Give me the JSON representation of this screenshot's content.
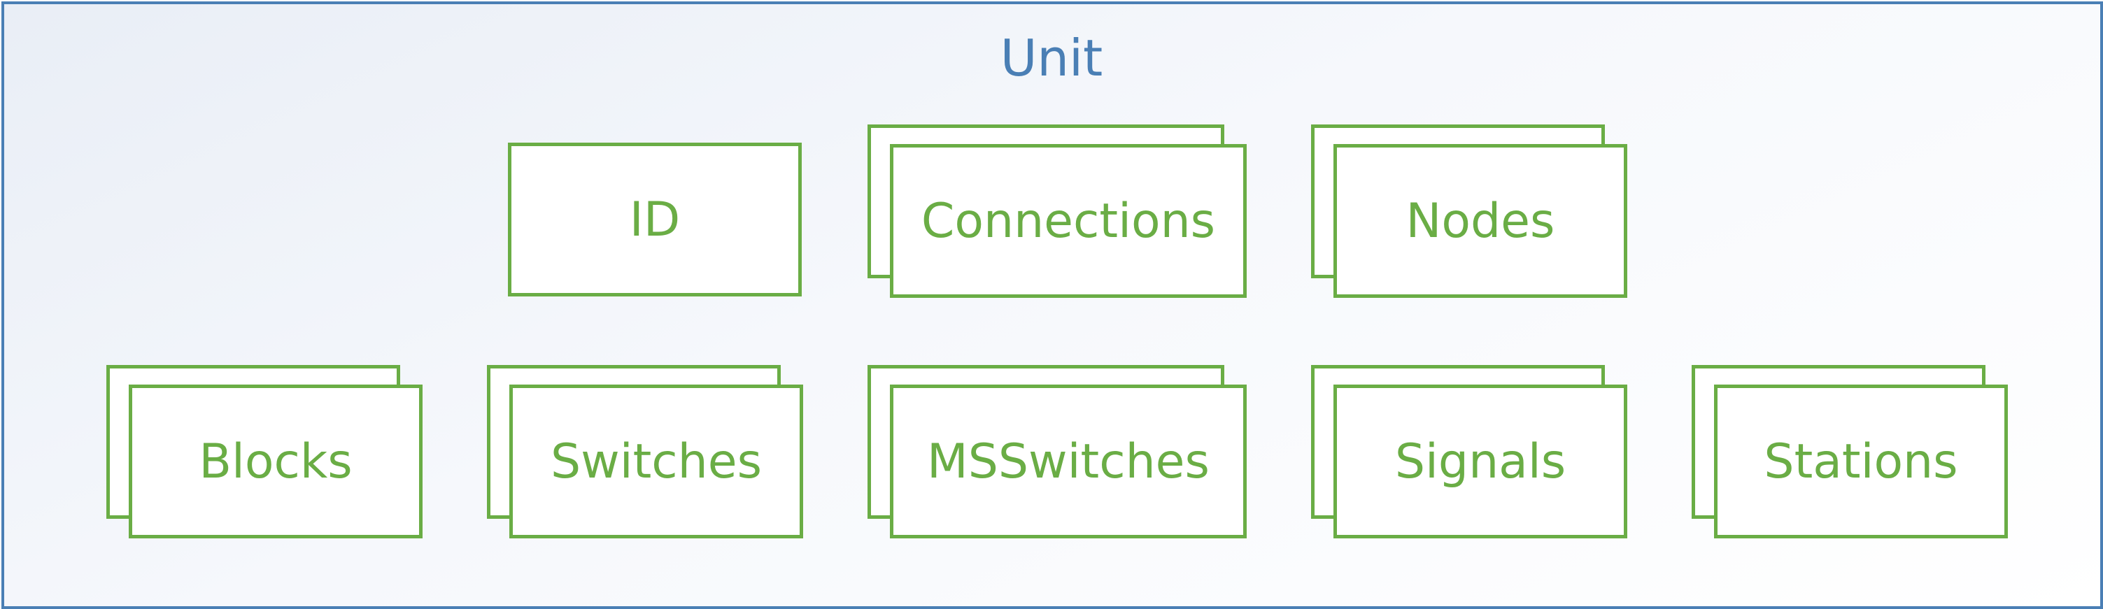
{
  "diagram": {
    "title": "Unit",
    "nodes": {
      "id": "ID",
      "connections": "Connections",
      "nodes": "Nodes",
      "blocks": "Blocks",
      "switches": "Switches",
      "msswitches": "MSSwitches",
      "signals": "Signals",
      "stations": "Stations"
    },
    "colors": {
      "frame_border": "#4a7fb5",
      "title_text": "#4a7fb5",
      "box_border": "#6aad45",
      "box_text": "#6aad45"
    }
  }
}
